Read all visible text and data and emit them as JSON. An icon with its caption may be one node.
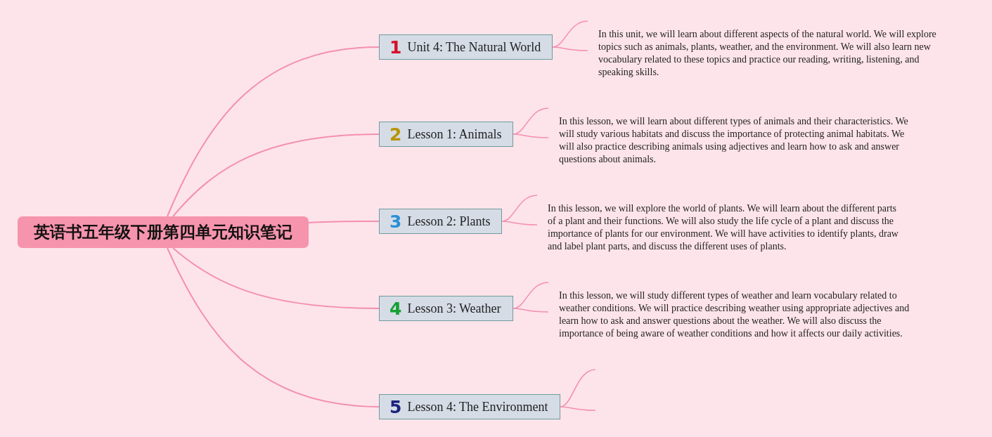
{
  "diagram": {
    "nodes": [
      {
        "text": [
          "英语书五年级下册第四单元知识笔记"
        ]
      },
      {
        "text": [
          "1",
          "Unit 4: The Natural World"
        ]
      },
      {
        "text": [
          "2",
          "Lesson 1: Animals"
        ]
      },
      {
        "text": [
          "3",
          "Lesson 2: Plants"
        ]
      },
      {
        "text": [
          "4",
          "Lesson 3: Weather"
        ]
      },
      {
        "text": [
          "5",
          "Lesson 4: The Environment"
        ]
      },
      {
        "text": [
          "In this unit, we will learn about different aspects of the natural world. We will explore topics such as animals, plants, weather, and the environment. We will also learn new vocabulary related to these topics and practice our reading, writing, listening, and speaking skills."
        ]
      },
      {
        "text": [
          "In this lesson, we will learn about different types of animals and their characteristics. We will study various habitats and discuss the importance of protecting animal habitats. We will also practice describing animals using adjectives and learn how to ask and answer questions about animals."
        ]
      },
      {
        "text": [
          "In this lesson, we will explore the world of plants. We will learn about the different parts of a plant and their functions. We will also study the life cycle of a plant and discuss the importance of plants for our environment. We will have activities to identify plants, draw and label plant parts, and discuss the different uses of plants."
        ]
      },
      {
        "text": [
          "In this lesson, we will study different types of weather and learn vocabulary related to weather conditions. We will practice describing weather using appropriate adjectives and learn how to ask and answer questions about the weather. We will also discuss the importance of being aware of weather conditions and how it affects our daily activities."
        ]
      }
    ],
    "edges": [
      {
        "from": 0,
        "to": 1,
        "arrow": "none"
      },
      {
        "from": 0,
        "to": 2,
        "arrow": "none"
      },
      {
        "from": 0,
        "to": 3,
        "arrow": "none"
      },
      {
        "from": 0,
        "to": 4,
        "arrow": "none"
      },
      {
        "from": 0,
        "to": 5,
        "arrow": "none"
      },
      {
        "from": 1,
        "to": 6,
        "arrow": "none"
      },
      {
        "from": 2,
        "to": 7,
        "arrow": "none"
      },
      {
        "from": 3,
        "to": 8,
        "arrow": "none"
      },
      {
        "from": 4,
        "to": 9,
        "arrow": "none"
      },
      {
        "from": 5,
        "to": null,
        "arrow": "none"
      }
    ]
  }
}
